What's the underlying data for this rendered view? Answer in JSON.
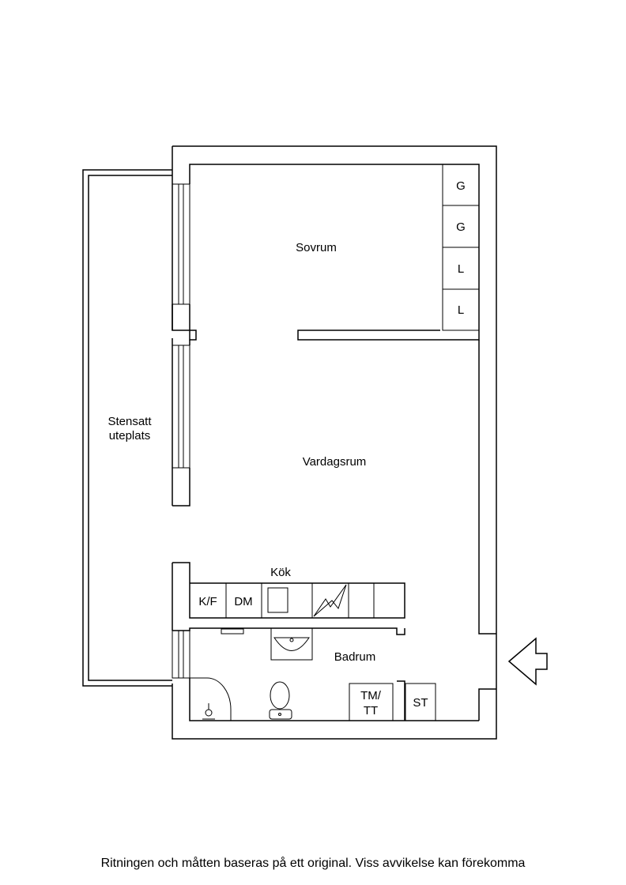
{
  "rooms": {
    "sovrum": "Sovrum",
    "vardagsrum": "Vardagsrum",
    "kok": "Kök",
    "badrum": "Badrum",
    "uteplats_line1": "Stensatt",
    "uteplats_line2": "uteplats"
  },
  "wardrobes": [
    "G",
    "G",
    "L",
    "L"
  ],
  "kitchen": {
    "kf": "K/F",
    "dm": "DM"
  },
  "bathroom": {
    "tm_line1": "TM/",
    "tm_line2": "TT",
    "st": "ST"
  },
  "icons": [
    "entrance-arrow-icon",
    "sink-icon",
    "toilet-icon",
    "shower-icon",
    "stove-icon"
  ],
  "footer": "Ritningen och måtten baseras på ett original. Viss avvikelse kan förekomma"
}
